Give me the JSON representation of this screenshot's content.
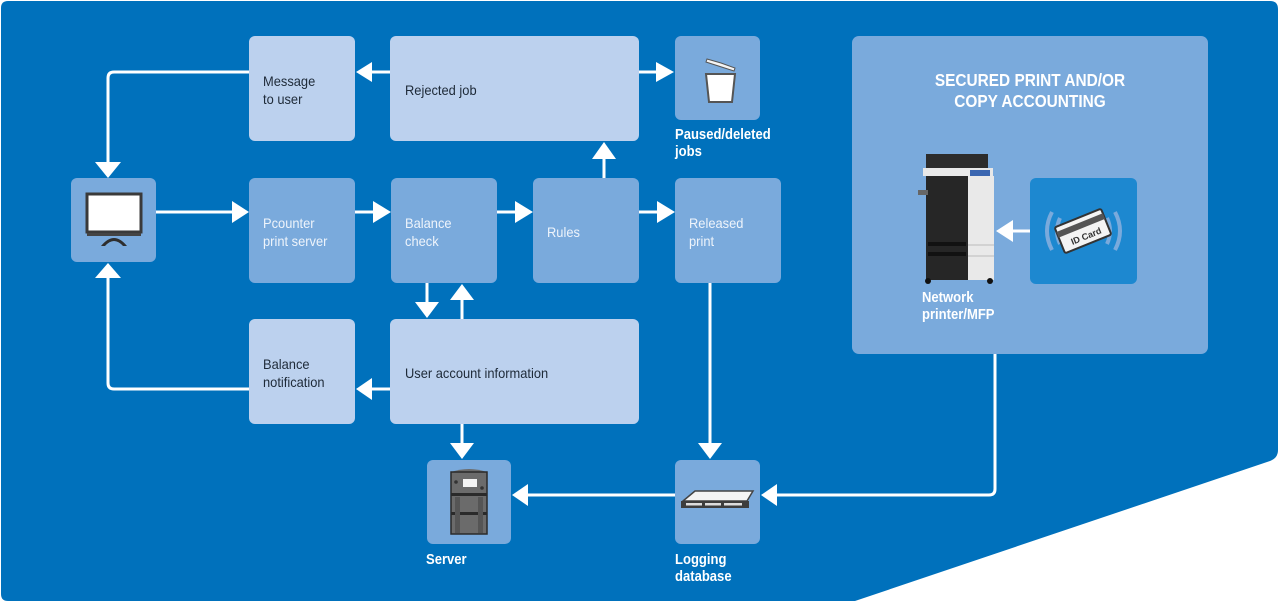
{
  "colors": {
    "background": "#0071bc",
    "box_light": "#bcd1ee",
    "box_mid": "#7aaadc",
    "id_card_box": "#1d88d0",
    "arrow": "#ffffff"
  },
  "nodes": {
    "message_to_user": "Message\nto user",
    "rejected_job": "Rejected job",
    "pcounter_print_server": "Pcounter\nprint server",
    "balance_check": "Balance\ncheck",
    "rules": "Rules",
    "released_print": "Released\nprint",
    "balance_notification": "Balance\nnotification",
    "user_account_information": "User account information"
  },
  "captions": {
    "paused_deleted_jobs": "Paused/deleted\njobs",
    "server": "Server",
    "logging_database": "Logging\ndatabase",
    "network_printer": "Network\nprinter/MFP"
  },
  "panel": {
    "title": "SECURED PRINT AND/OR\nCOPY ACCOUNTING",
    "id_card_text": "ID Card"
  },
  "icons": {
    "workstation": "monitor-icon",
    "trash": "trash-bin-icon",
    "server": "server-tower-icon",
    "logging_database": "rack-server-icon",
    "printer": "mfp-printer-icon",
    "id_card": "id-card-icon"
  }
}
